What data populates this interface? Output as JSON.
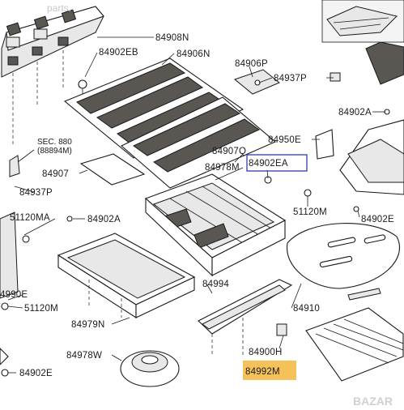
{
  "watermark_top": "parts.",
  "watermark_bottom": "BAZAR",
  "labels": {
    "p84908N": "84908N",
    "p84902EB": "84902EB",
    "p84906N": "84906N",
    "p84906P": "84906P",
    "p84937P_top": "84937P",
    "p84902A_right": "84902A",
    "p84950E": "84950E",
    "p84902EA": "84902EA",
    "p84907Q": "84907Q",
    "sec880_a": "SEC. 880",
    "sec880_b": "(88894M)",
    "p84907": "84907",
    "p84937P_left": "84937P",
    "p84978M": "84978M",
    "p51120M_right": "51120M",
    "p84902E_right": "84902E",
    "p51120MA": "51120MA",
    "p84902A_mid": "84902A",
    "p84990E": "4990E",
    "p51120M_left": "51120M",
    "p84994": "84994",
    "p84910": "84910",
    "p84979N": "84979N",
    "p84900H": "84900H",
    "p84978W": "84978W",
    "p84902E_bottom": "84902E",
    "p84992M": "84992M"
  },
  "colors": {
    "highlight_box": "#2f3da8",
    "highlight_fill": "#f5c25a"
  }
}
